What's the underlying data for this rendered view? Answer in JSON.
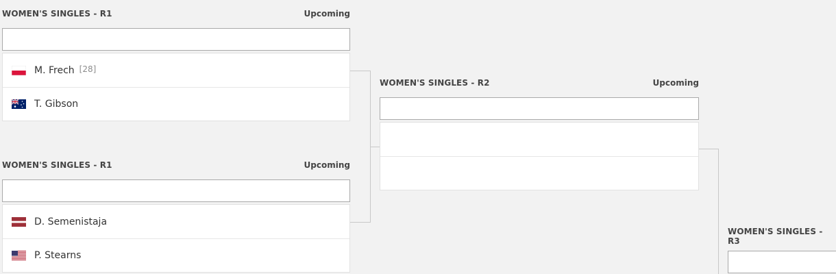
{
  "matches": [
    {
      "round": "WOMEN'S SINGLES - R1",
      "status": "Upcoming",
      "players": [
        {
          "name": "M. Frech",
          "seed": "[28]",
          "flag": "poland-flag-icon"
        },
        {
          "name": "T. Gibson",
          "seed": "",
          "flag": "australia-flag-icon"
        }
      ]
    },
    {
      "round": "WOMEN'S SINGLES - R1",
      "status": "Upcoming",
      "players": [
        {
          "name": "D. Semenistaja",
          "seed": "",
          "flag": "latvia-flag-icon"
        },
        {
          "name": "P. Stearns",
          "seed": "",
          "flag": "usa-flag-icon"
        }
      ]
    },
    {
      "round": "WOMEN'S SINGLES - R2",
      "status": "Upcoming",
      "players": [
        {
          "name": "",
          "seed": ""
        },
        {
          "name": "",
          "seed": ""
        }
      ]
    },
    {
      "round": "WOMEN'S SINGLES - R3",
      "status": "",
      "players": []
    }
  ]
}
